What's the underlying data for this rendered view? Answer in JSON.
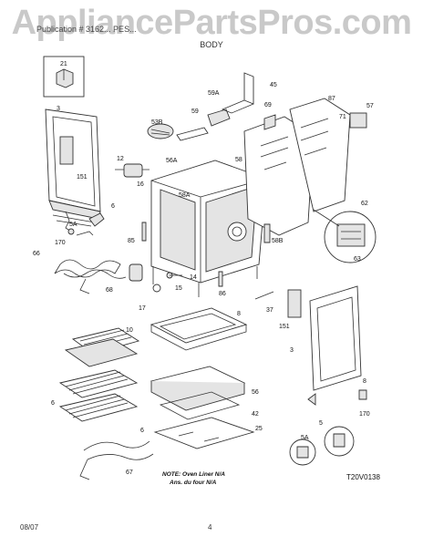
{
  "watermark": "AppliancePartsPros.com",
  "header": {
    "publication_text": "Publication # 3162... PES..."
  },
  "section_title": "BODY",
  "callouts": {
    "c21": "21",
    "c3": "3",
    "c151": "151",
    "c6": "6",
    "c5A": "5A",
    "c170": "170",
    "c66": "66",
    "c68": "68",
    "c12": "12",
    "c16": "16",
    "c53B": "53B",
    "c59": "59",
    "c59A": "59A",
    "c45": "45",
    "c56A": "56A",
    "c58": "58",
    "c58A": "58A",
    "c69": "69",
    "c87": "87",
    "c71": "71",
    "c57": "57",
    "c62": "62",
    "c63": "63",
    "c85": "85",
    "c58B": "58B",
    "c14": "14",
    "c15": "15",
    "c17": "17",
    "c86": "86",
    "c37": "37",
    "c151b": "151",
    "c3b": "3",
    "c10": "10",
    "c8": "8",
    "c6b": "6",
    "c6c": "6",
    "c56": "56",
    "c42": "42",
    "c25": "25",
    "c67": "67",
    "c5": "5",
    "c5Ab": "5A",
    "c170b": "170",
    "c8b": "8"
  },
  "note_line1": "NOTE: Oven Liner N/A",
  "note_line2": "Ans. du four N/A",
  "diagram_code": "T20V0138",
  "footer": {
    "date": "08/07",
    "page": "4"
  }
}
